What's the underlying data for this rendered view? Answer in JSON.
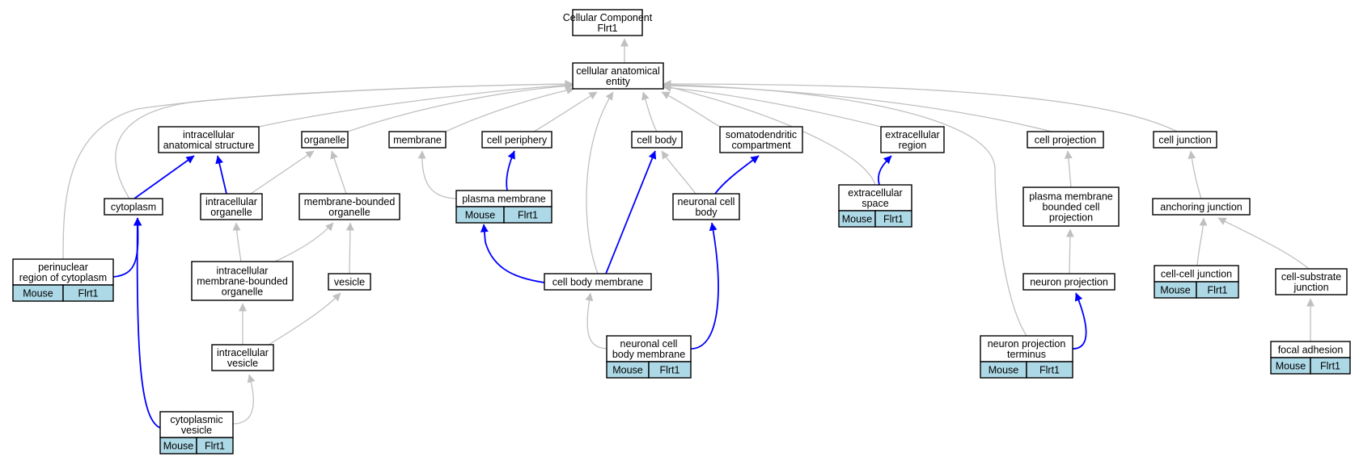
{
  "colors": {
    "background": "#ffffff",
    "node_fill": "#ffffff",
    "node_stroke": "#000000",
    "annotation_fill": "#add8e6",
    "edge_gray": "#c0c0c0",
    "edge_blue": "#0000ff"
  },
  "nodes": [
    {
      "id": "cc",
      "lines": [
        "Cellular Component",
        "Flrt1"
      ]
    },
    {
      "id": "cae",
      "lines": [
        "cellular anatomical",
        "entity"
      ]
    },
    {
      "id": "ias",
      "lines": [
        "intracellular",
        "anatomical structure"
      ]
    },
    {
      "id": "org",
      "lines": [
        "organelle"
      ]
    },
    {
      "id": "mem",
      "lines": [
        "membrane"
      ]
    },
    {
      "id": "cp",
      "lines": [
        "cell periphery"
      ]
    },
    {
      "id": "cb",
      "lines": [
        "cell body"
      ]
    },
    {
      "id": "sdc",
      "lines": [
        "somatodendritic",
        "compartment"
      ]
    },
    {
      "id": "er",
      "lines": [
        "extracellular",
        "region"
      ]
    },
    {
      "id": "cproj",
      "lines": [
        "cell projection"
      ]
    },
    {
      "id": "cj",
      "lines": [
        "cell junction"
      ]
    },
    {
      "id": "cyto",
      "lines": [
        "cytoplasm"
      ]
    },
    {
      "id": "io",
      "lines": [
        "intracellular",
        "organelle"
      ]
    },
    {
      "id": "mbo",
      "lines": [
        "membrane-bounded",
        "organelle"
      ]
    },
    {
      "id": "pm",
      "lines": [
        "plasma membrane"
      ],
      "annotation": [
        "Mouse",
        "Flrt1"
      ]
    },
    {
      "id": "ncb",
      "lines": [
        "neuronal cell",
        "body"
      ]
    },
    {
      "id": "es",
      "lines": [
        "extracellular",
        "space"
      ],
      "annotation": [
        "Mouse",
        "Flrt1"
      ]
    },
    {
      "id": "pmbcp",
      "lines": [
        "plasma membrane",
        "bounded cell",
        "projection"
      ]
    },
    {
      "id": "aj",
      "lines": [
        "anchoring junction"
      ]
    },
    {
      "id": "prc",
      "lines": [
        "perinuclear",
        "region of cytoplasm"
      ],
      "annotation": [
        "Mouse",
        "Flrt1"
      ]
    },
    {
      "id": "imbo",
      "lines": [
        "intracellular",
        "membrane-bounded",
        "organelle"
      ]
    },
    {
      "id": "ves",
      "lines": [
        "vesicle"
      ]
    },
    {
      "id": "cbm",
      "lines": [
        "cell body membrane"
      ]
    },
    {
      "id": "np",
      "lines": [
        "neuron projection"
      ]
    },
    {
      "id": "ccj",
      "lines": [
        "cell-cell junction"
      ],
      "annotation": [
        "Mouse",
        "Flrt1"
      ]
    },
    {
      "id": "csj",
      "lines": [
        "cell-substrate",
        "junction"
      ]
    },
    {
      "id": "iv",
      "lines": [
        "intracellular",
        "vesicle"
      ]
    },
    {
      "id": "ncbm",
      "lines": [
        "neuronal cell",
        "body membrane"
      ],
      "annotation": [
        "Mouse",
        "Flrt1"
      ]
    },
    {
      "id": "npt",
      "lines": [
        "neuron projection",
        "terminus"
      ],
      "annotation": [
        "Mouse",
        "Flrt1"
      ]
    },
    {
      "id": "fa",
      "lines": [
        "focal adhesion"
      ],
      "annotation": [
        "Mouse",
        "Flrt1"
      ]
    },
    {
      "id": "cv",
      "lines": [
        "cytoplasmic",
        "vesicle"
      ],
      "annotation": [
        "Mouse",
        "Flrt1"
      ]
    }
  ],
  "edges": [
    {
      "from": "cae",
      "to": "cc",
      "type": "is_a"
    },
    {
      "from": "ias",
      "to": "cae",
      "type": "is_a"
    },
    {
      "from": "org",
      "to": "cae",
      "type": "is_a"
    },
    {
      "from": "mem",
      "to": "cae",
      "type": "is_a"
    },
    {
      "from": "cp",
      "to": "cae",
      "type": "is_a"
    },
    {
      "from": "cb",
      "to": "cae",
      "type": "is_a"
    },
    {
      "from": "sdc",
      "to": "cae",
      "type": "is_a"
    },
    {
      "from": "er",
      "to": "cae",
      "type": "is_a"
    },
    {
      "from": "cproj",
      "to": "cae",
      "type": "is_a"
    },
    {
      "from": "cj",
      "to": "cae",
      "type": "is_a"
    },
    {
      "from": "cyto",
      "to": "cae",
      "type": "is_a"
    },
    {
      "from": "prc",
      "to": "cae",
      "type": "is_a"
    },
    {
      "from": "es",
      "to": "cae",
      "type": "is_a"
    },
    {
      "from": "npt",
      "to": "cae",
      "type": "is_a"
    },
    {
      "from": "cbm",
      "to": "cae",
      "type": "is_a"
    },
    {
      "from": "cyto",
      "to": "ias",
      "type": "part_of"
    },
    {
      "from": "io",
      "to": "ias",
      "type": "part_of"
    },
    {
      "from": "io",
      "to": "org",
      "type": "is_a"
    },
    {
      "from": "mbo",
      "to": "org",
      "type": "is_a"
    },
    {
      "from": "pm",
      "to": "mem",
      "type": "is_a"
    },
    {
      "from": "pm",
      "to": "cp",
      "type": "part_of"
    },
    {
      "from": "ncb",
      "to": "cb",
      "type": "is_a"
    },
    {
      "from": "ncb",
      "to": "sdc",
      "type": "part_of"
    },
    {
      "from": "es",
      "to": "er",
      "type": "part_of"
    },
    {
      "from": "pmbcp",
      "to": "cproj",
      "type": "is_a"
    },
    {
      "from": "aj",
      "to": "cj",
      "type": "is_a"
    },
    {
      "from": "prc",
      "to": "cyto",
      "type": "part_of"
    },
    {
      "from": "imbo",
      "to": "io",
      "type": "is_a"
    },
    {
      "from": "imbo",
      "to": "mbo",
      "type": "is_a"
    },
    {
      "from": "ves",
      "to": "mbo",
      "type": "is_a"
    },
    {
      "from": "cbm",
      "to": "pm",
      "type": "part_of"
    },
    {
      "from": "cbm",
      "to": "cb",
      "type": "part_of"
    },
    {
      "from": "np",
      "to": "pmbcp",
      "type": "is_a"
    },
    {
      "from": "ccj",
      "to": "aj",
      "type": "is_a"
    },
    {
      "from": "csj",
      "to": "aj",
      "type": "is_a"
    },
    {
      "from": "iv",
      "to": "imbo",
      "type": "is_a"
    },
    {
      "from": "iv",
      "to": "ves",
      "type": "is_a"
    },
    {
      "from": "ncbm",
      "to": "cbm",
      "type": "is_a"
    },
    {
      "from": "ncbm",
      "to": "ncb",
      "type": "part_of"
    },
    {
      "from": "npt",
      "to": "np",
      "type": "part_of"
    },
    {
      "from": "fa",
      "to": "csj",
      "type": "is_a"
    },
    {
      "from": "cv",
      "to": "iv",
      "type": "is_a"
    },
    {
      "from": "cv",
      "to": "cyto",
      "type": "part_of"
    }
  ]
}
